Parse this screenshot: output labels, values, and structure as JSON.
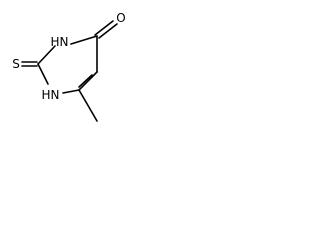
{
  "molecule": {
    "atoms": {
      "oxygen": "O",
      "sulfur": "S",
      "nh_top": "H",
      "n_top": "N",
      "nh_bottom": "H",
      "n_bottom": "N"
    }
  }
}
